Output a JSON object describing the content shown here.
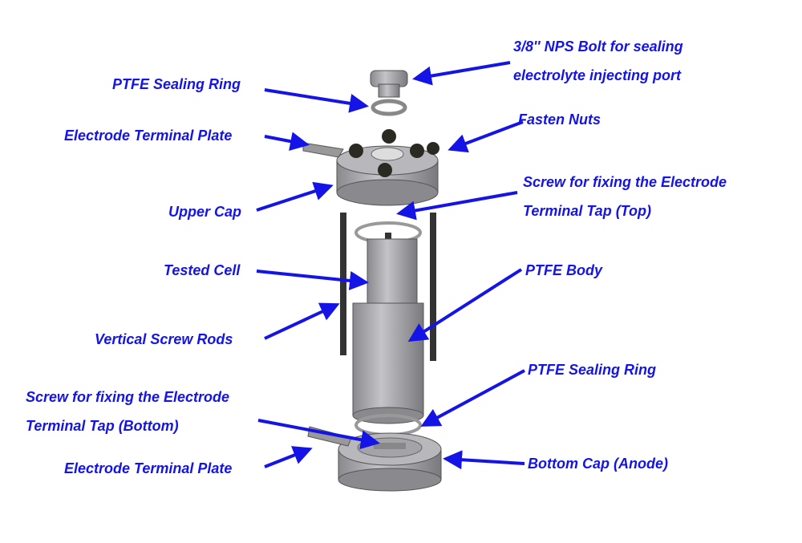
{
  "diagram": {
    "title": "Exploded view of electrochemical test cell",
    "accent_color": "#1414e6",
    "labels": {
      "nps_bolt_1": "3/8'' NPS Bolt for sealing",
      "nps_bolt_2": "electrolyte injecting port",
      "ptfe_ring_top": "PTFE Sealing Ring",
      "fasten_nuts": "Fasten Nuts",
      "terminal_plate_top": "Electrode Terminal Plate",
      "screw_top_1": "Screw for fixing the Electrode",
      "screw_top_2": "Terminal Tap (Top)",
      "upper_cap": "Upper Cap",
      "tested_cell": "Tested Cell",
      "ptfe_body": "PTFE Body",
      "vertical_rods": "Vertical Screw Rods",
      "ptfe_ring_bottom": "PTFE Sealing Ring",
      "screw_bottom_1": "Screw for fixing the Electrode",
      "screw_bottom_2": "Terminal Tap (Bottom)",
      "terminal_plate_bottom": "Electrode Terminal Plate",
      "bottom_cap": "Bottom Cap (Anode)"
    }
  }
}
